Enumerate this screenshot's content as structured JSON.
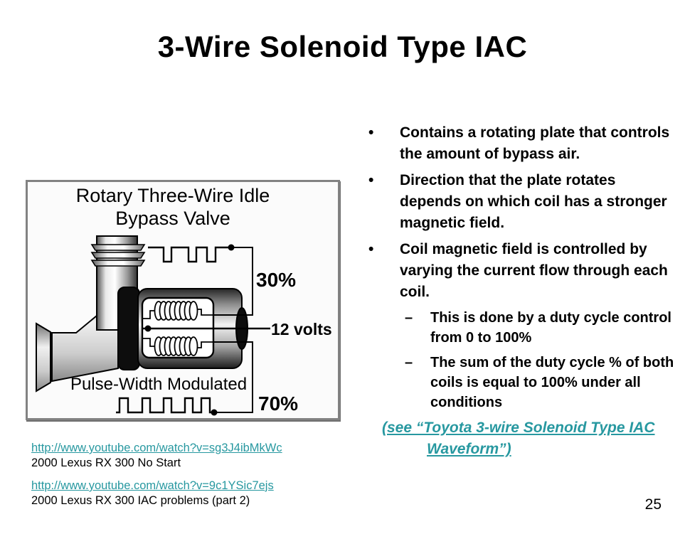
{
  "slide": {
    "title": "3-Wire Solenoid Type IAC",
    "page_number": "25"
  },
  "colors": {
    "background": "#FFFFFF",
    "text": "#000000",
    "hyperlink_teal": "#2798A0",
    "diagram_frame_gray": "#828282"
  },
  "markers": {
    "bullet": "•",
    "dash": "–"
  },
  "diagram": {
    "title_line1": "Rotary Three-Wire Idle",
    "title_line2": "Bypass Valve",
    "top_duty_label": "30%",
    "voltage_label": "12 volts",
    "bottom_duty_label": "70%",
    "modulation_label": "Pulse-Width Modulated"
  },
  "bullets": [
    {
      "text": "Contains a rotating plate that controls the amount of bypass air."
    },
    {
      "text": "Direction that the plate rotates depends on which coil has a stronger magnetic field."
    },
    {
      "text": "Coil magnetic field is controlled by varying the current flow through each coil."
    }
  ],
  "sub_bullets": [
    {
      "text": "This is done by a duty cycle control from 0 to 100%"
    },
    {
      "text": "The sum of the duty cycle % of both coils is equal to 100% under all conditions"
    }
  ],
  "see_also_link": {
    "text": " (see “Toyota 3-wire Solenoid Type IAC Waveform”)"
  },
  "video_links": [
    {
      "url": "http://www.youtube.com/watch?v=sg3J4ibMkWc",
      "caption": "2000 Lexus RX 300 No Start"
    },
    {
      "url": "http://www.youtube.com/watch?v=9c1YSic7ejs",
      "caption": "2000 Lexus RX 300 IAC problems (part 2)"
    }
  ]
}
